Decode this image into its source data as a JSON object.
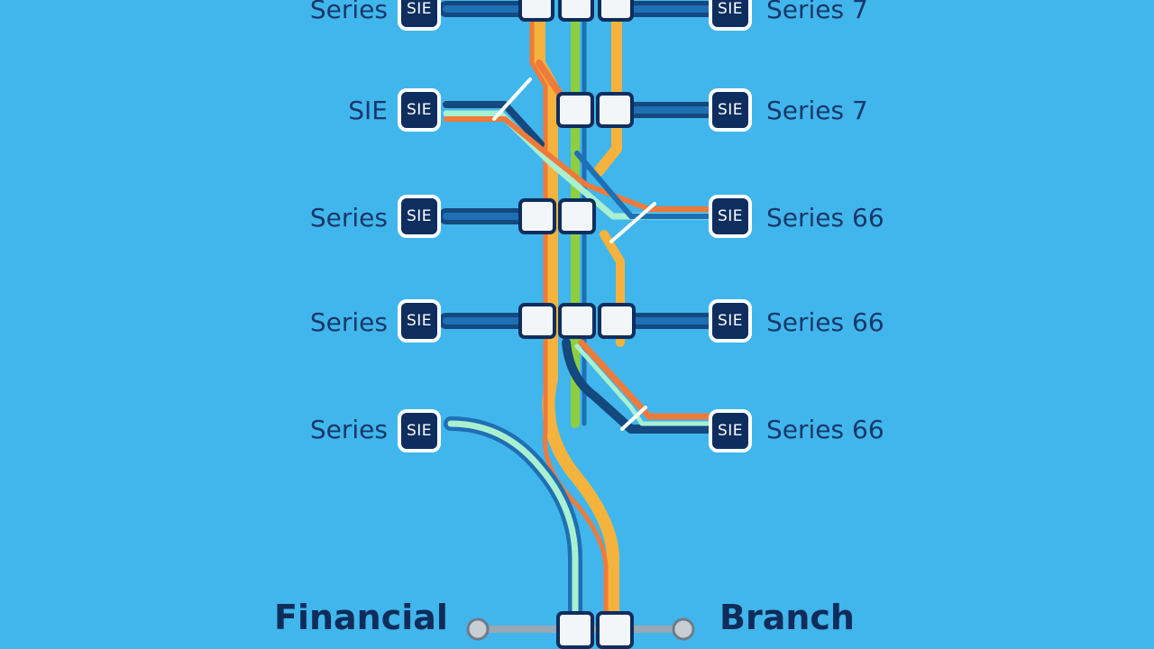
{
  "colors": {
    "background": "#41b6ec",
    "navy": "#0d2e5e",
    "dark_blue_line": "#13497f",
    "blue_line": "#1f6fb4",
    "orange_line": "#f07a3a",
    "yellow_line": "#f5b33d",
    "green_line": "#8fce3d",
    "mint_line": "#a9f0d1",
    "white": "#ffffff"
  },
  "left_nodes": [
    {
      "label": "Series",
      "badge": "SIE"
    },
    {
      "label": "SIE",
      "badge": "SIE"
    },
    {
      "label": "Series",
      "badge": "SIE"
    },
    {
      "label": "Series",
      "badge": "SIE"
    },
    {
      "label": "Series",
      "badge": "SIE"
    }
  ],
  "right_nodes": [
    {
      "label": "Series 7",
      "badge": "SIE"
    },
    {
      "label": "Series 7",
      "badge": "SIE"
    },
    {
      "label": "Series 66",
      "badge": "SIE"
    },
    {
      "label": "Series 66",
      "badge": "SIE"
    },
    {
      "label": "Series 66",
      "badge": "SIE"
    }
  ],
  "destinations": {
    "left": "Financial",
    "right": "Branch"
  }
}
